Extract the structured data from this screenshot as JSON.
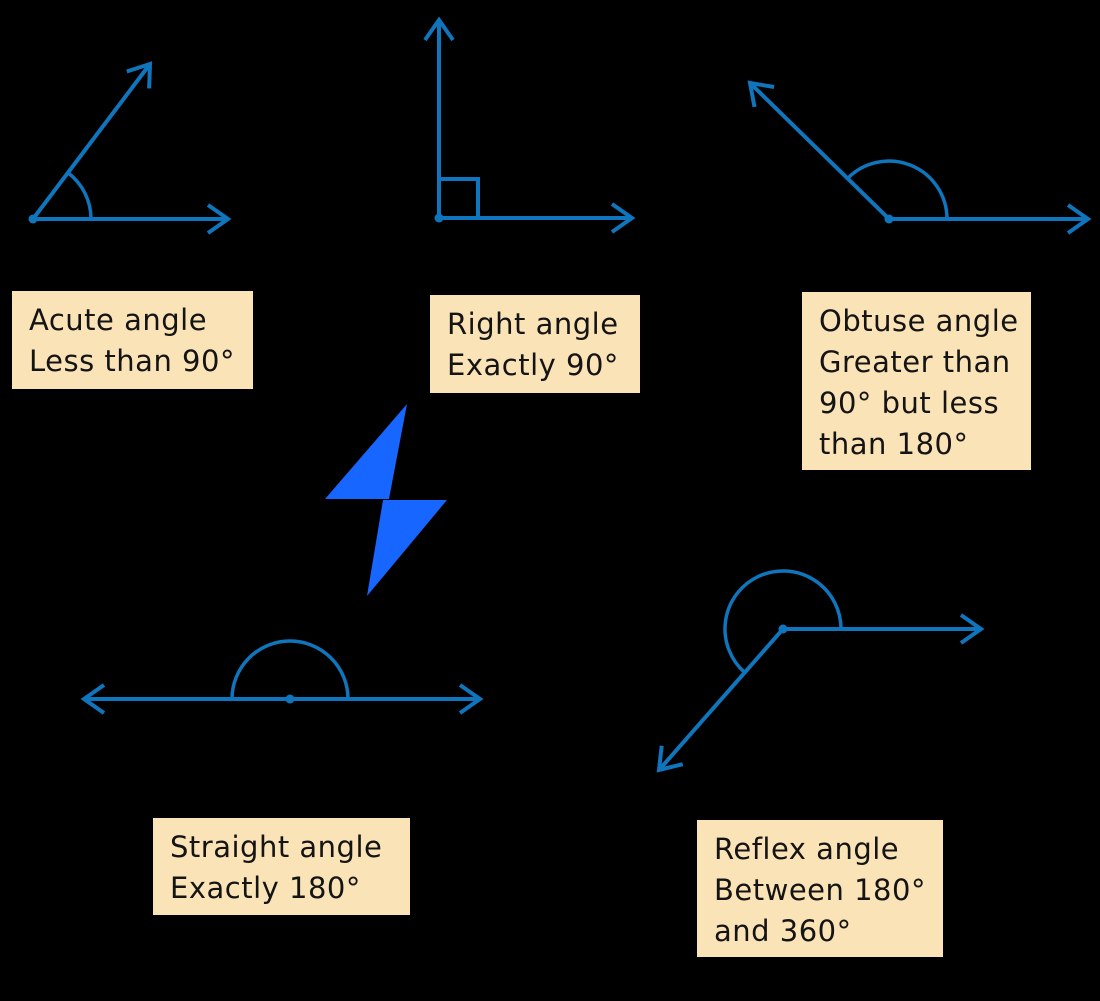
{
  "colors": {
    "page_bg": "#000000",
    "line_blue": "#0F75BC",
    "bolt_blue": "#1666FF",
    "card_bg": "#FAE3B6",
    "card_text": "#141414"
  },
  "icons": {
    "separator": "lightning-bolt-icon"
  },
  "cards": [
    {
      "id": "acute",
      "lines": [
        "Acute angle",
        "Less than 90°"
      ]
    },
    {
      "id": "right",
      "lines": [
        "Right angle",
        "Exactly 90°"
      ]
    },
    {
      "id": "obtuse",
      "lines": [
        "Obtuse angle",
        "Greater than",
        "90° but less",
        "than 180°"
      ]
    },
    {
      "id": "straight",
      "lines": [
        "Straight angle",
        "Exactly 180°"
      ]
    },
    {
      "id": "reflex",
      "lines": [
        "Reflex angle",
        "Between 180°",
        "and 360°"
      ]
    }
  ]
}
